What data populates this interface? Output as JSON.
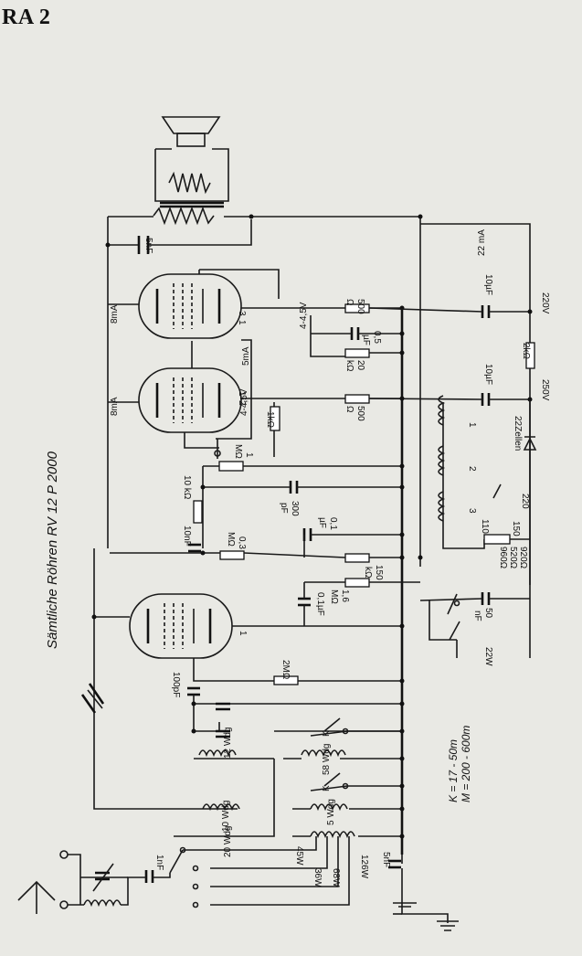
{
  "header": {
    "title": "RA 2"
  },
  "schematic": {
    "tube_note": "Sämtliche Röhren RV 12 P 2000",
    "labels": {
      "r500_top": "500",
      "r500_top_unit": "Ω",
      "r500_mid": "500",
      "r500_mid_unit": "Ω",
      "r20k": "20",
      "r20k_unit": "kΩ",
      "c05": "0,5",
      "c05_unit": "µF",
      "r1k": "1kΩ",
      "pot1": "1",
      "pot1_unit": "MΩ",
      "c300": "300",
      "c300_unit": "pF",
      "c10n": "10nF",
      "r10k": "10 kΩ",
      "r03": "0,3",
      "r03_unit": "MΩ",
      "c01": "0,1",
      "c01_unit": "µF",
      "r150": "150",
      "r150_unit": "kΩ",
      "r16": "1,6",
      "r16_unit": "MΩ",
      "c01b": "0,1µF",
      "r2m": "2MΩ",
      "c100": "100pF",
      "c5n_top": "5nF",
      "c5n_bot": "5nF",
      "c1n": "1nF",
      "c50n": "50",
      "c50n_unit": "nF",
      "c10u_a": "10µF",
      "c10u_b": "10µF",
      "r2k": "2kΩ",
      "cur_22": "22 mA",
      "cur_8a": "8mA",
      "cur_8b": "8mA",
      "cur_5": "5mA",
      "bias_a": "4-4,5V",
      "bias_b": "4-4,5V",
      "v220": "220V",
      "v250": "250V",
      "selenium": "22Zellen",
      "tap1": "1",
      "tap2": "2",
      "tap3": "3",
      "t110": "110",
      "t150": "150",
      "t220": "220",
      "r960": "960Ω",
      "r520": "520Ω",
      "r920": "920Ω",
      "p22w": "22W",
      "pin_a": "1",
      "pin_b": "2",
      "pin_c": "1",
      "pin_d": "3",
      "pin_e": "1",
      "coil_12": "12 Wdg",
      "coil_58": "58 Wdg",
      "coil_10": "10 Wdg",
      "coil_5": "5 Wdg",
      "coil_20": "20 Wdg",
      "t45": "45W",
      "t36": "36W",
      "t68": "68W",
      "t126": "126W",
      "sw_k1": "K",
      "sw_k2": "K",
      "range_k": "K = 17 - 50m",
      "range_m": "M = 200 - 600m"
    }
  }
}
